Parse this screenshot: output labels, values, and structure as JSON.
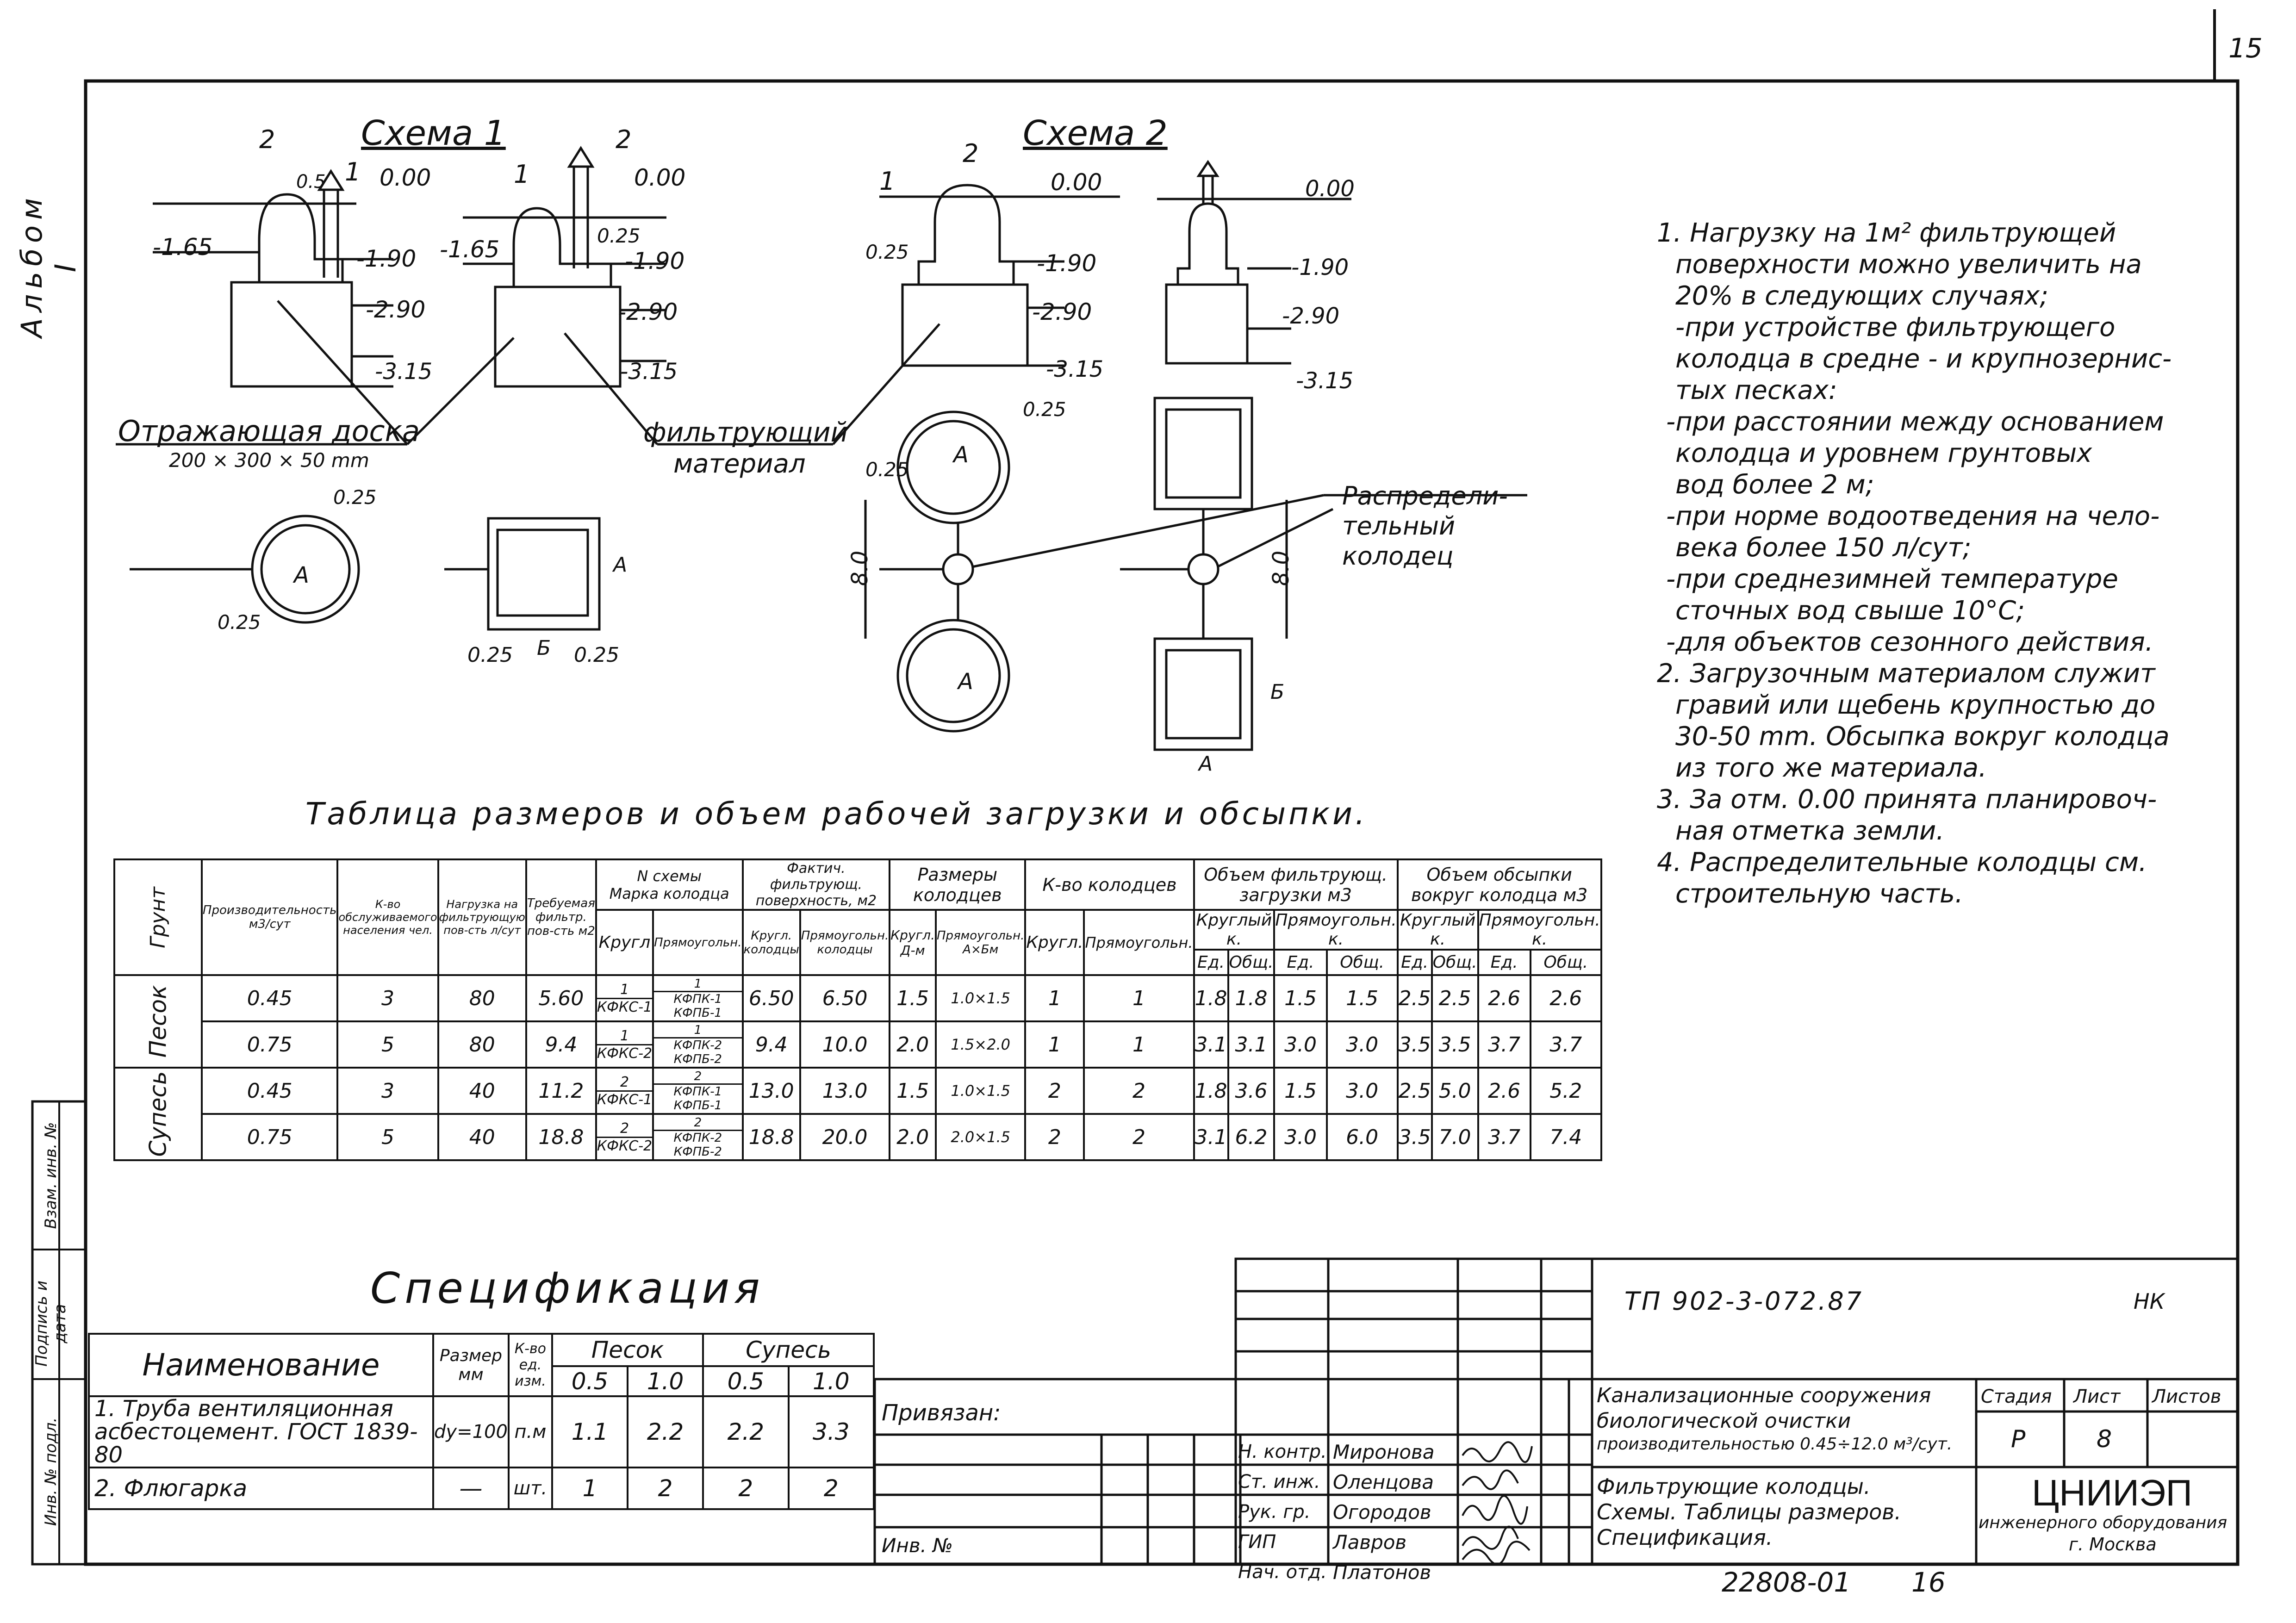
{
  "sheet": {
    "corner_number": "15",
    "album_label": "Альбом I",
    "left_stamp": {
      "vzam": "Взам. инв. №",
      "podp": "Подпись и дата",
      "inv": "Инв. № подл."
    }
  },
  "schemes": {
    "scheme1_title": "Схема 1",
    "scheme2_title": "Схема 2",
    "marks": {
      "zero": "0.00",
      "m165": "-1.65",
      "m190": "-1.90",
      "m290": "-2.90",
      "m315": "-3.15",
      "d05": "0.5",
      "d025": "0.25",
      "d80": "8.0",
      "n1": "1",
      "n2": "2",
      "A": "А",
      "B": "Б"
    },
    "label_board": "Отражающая доска",
    "label_board_size": "200 × 300 × 50 mm",
    "label_filter": "фильтрующий",
    "label_material": "материал",
    "label_distrib_1": "Распредели-",
    "label_distrib_2": "тельный",
    "label_distrib_3": "колодец"
  },
  "notes": [
    "1. Нагрузку на 1м² фильтрующей",
    "поверхности можно увеличить на",
    "20% в следующих случаях;",
    "-при устройстве фильтрующего",
    "колодца в средне - и крупнозернис-",
    "тых песках:",
    "-при расстоянии между основанием",
    "колодца и уровнем грунтовых",
    "вод более 2 м;",
    "-при норме водоотведения на чело-",
    "века более 150 л/сут;",
    "-при среднезимней температуре",
    "сточных вод свыше 10°С;",
    "-для объектов сезонного действия.",
    "2. Загрузочным материалом служит",
    "гравий или щебень крупностью до",
    "30-50 mm. Обсыпка вокруг колодца",
    "из того же материала.",
    "3. За отм. 0.00 принята планировоч-",
    "ная отметка земли.",
    "4. Распределительные колодцы см.",
    "строительную часть."
  ],
  "main_table": {
    "title": "Таблица размеров и объем рабочей загрузки и обсыпки.",
    "headers": {
      "grunt": "Грунт",
      "proizv": "Производительность м3/сут",
      "kvo_nasel": "К-во обслуживаемого населения чел.",
      "nagruzka": "Нагрузка на фильтрующую пов-сть л/сут",
      "treb": "Требуемая фильтр. пов-сть м2",
      "n_shemy": "N схемы",
      "marka": "Марка колодца",
      "krugl": "Кругл",
      "pryamo": "Прямоугольн.",
      "fakt": "Фактич. фильтрующ. поверхность, м2",
      "fakt_kr": "Кругл. колодцы",
      "fakt_pr": "Прямоугольн. колодцы",
      "razm": "Размеры колодцев",
      "razm_kr": "Кругл. Д-м",
      "razm_pr": "Прямоугольн. А×Бм",
      "kvo": "К-во колодцев",
      "kvo_kr": "Кругл.",
      "kvo_pr": "Прямоугольн.",
      "zagr": "Объем фильтрующ. загрузки м3",
      "obs": "Объем обсыпки вокруг колодца м3",
      "kr_k": "Круглый к.",
      "pr_k": "Прямоугольн. к.",
      "ed": "Ед.",
      "obsh": "Общ."
    },
    "groups": [
      "Песок",
      "Супесь"
    ],
    "rows": [
      {
        "prod": "0.45",
        "nas": "3",
        "nag": "80",
        "treb": "5.60",
        "sk": "1",
        "mk": "КФКС-1",
        "sp": "1",
        "mp": "КФПК-1 КФПБ-1",
        "fk": "6.50",
        "fp": "6.50",
        "dk": "1.5",
        "dp": "1.0×1.5",
        "nk": "1",
        "np": "1",
        "zke": "1.8",
        "zko": "1.8",
        "zpe": "1.5",
        "zpo": "1.5",
        "oke": "2.5",
        "oko": "2.5",
        "ope": "2.6",
        "opo": "2.6"
      },
      {
        "prod": "0.75",
        "nas": "5",
        "nag": "80",
        "treb": "9.4",
        "sk": "1",
        "mk": "КФКС-2",
        "sp": "1",
        "mp": "КФПК-2 КФПБ-2",
        "fk": "9.4",
        "fp": "10.0",
        "dk": "2.0",
        "dp": "1.5×2.0",
        "nk": "1",
        "np": "1",
        "zke": "3.1",
        "zko": "3.1",
        "zpe": "3.0",
        "zpo": "3.0",
        "oke": "3.5",
        "oko": "3.5",
        "ope": "3.7",
        "opo": "3.7"
      },
      {
        "prod": "0.45",
        "nas": "3",
        "nag": "40",
        "treb": "11.2",
        "sk": "2",
        "mk": "КФКС-1",
        "sp": "2",
        "mp": "КФПК-1 КФПБ-1",
        "fk": "13.0",
        "fp": "13.0",
        "dk": "1.5",
        "dp": "1.0×1.5",
        "nk": "2",
        "np": "2",
        "zke": "1.8",
        "zko": "3.6",
        "zpe": "1.5",
        "zpo": "3.0",
        "oke": "2.5",
        "oko": "5.0",
        "ope": "2.6",
        "opo": "5.2"
      },
      {
        "prod": "0.75",
        "nas": "5",
        "nag": "40",
        "treb": "18.8",
        "sk": "2",
        "mk": "КФКС-2",
        "sp": "2",
        "mp": "КФПК-2 КФПБ-2",
        "fk": "18.8",
        "fp": "20.0",
        "dk": "2.0",
        "dp": "2.0×1.5",
        "nk": "2",
        "np": "2",
        "zke": "3.1",
        "zko": "6.2",
        "zpe": "3.0",
        "zpo": "6.0",
        "oke": "3.5",
        "oko": "7.0",
        "ope": "3.7",
        "opo": "7.4"
      }
    ]
  },
  "spec": {
    "title": "Спецификация",
    "h_name": "Наименование",
    "h_size": "Размер мм",
    "h_unit": "К-во ед. изм.",
    "h_sand": "Песок",
    "h_sandy": "Супесь",
    "h_05": "0.5",
    "h_10": "1.0",
    "rows": [
      {
        "name1": "1. Труба вентиляционная",
        "name2": "асбестоцемент. ГОСТ 1839-80",
        "size": "dy=100",
        "unit": "п.м",
        "a": "1.1",
        "b": "2.2",
        "c": "2.2",
        "d": "3.3"
      },
      {
        "name1": "2. Флюгарка",
        "name2": "",
        "size": "—",
        "unit": "шт.",
        "a": "1",
        "b": "2",
        "c": "2",
        "d": "2"
      }
    ]
  },
  "stamp": {
    "privyazan": "Привязан:",
    "inv_no": "Инв. №",
    "code": "ТП 902-3-072.87",
    "nk": "НК",
    "title1": "Канализационные сооружения",
    "title2": "биологической очистки",
    "title3": "производительностью 0.45÷12.0 м³/сут.",
    "sheet_title1": "Фильтрующие колодцы.",
    "sheet_title2": "Схемы. Таблицы размеров.",
    "sheet_title3": "Спецификация.",
    "stage_h": "Стадия",
    "list_h": "Лист",
    "lists_h": "Листов",
    "stage": "Р",
    "list": "8",
    "org1": "ЦНИИЭП",
    "org2": "инженерного оборудования",
    "org3": "г. Москва",
    "roles": [
      "Н. контр.",
      "Ст. инж.",
      "Рук. гр.",
      "ГИП",
      "Нач. отд."
    ],
    "names": [
      "Миронова",
      "Оленцова",
      "Огородов",
      "Лавров",
      "Платонов"
    ],
    "bottom_no": "22808-01",
    "bottom_page": "16"
  }
}
